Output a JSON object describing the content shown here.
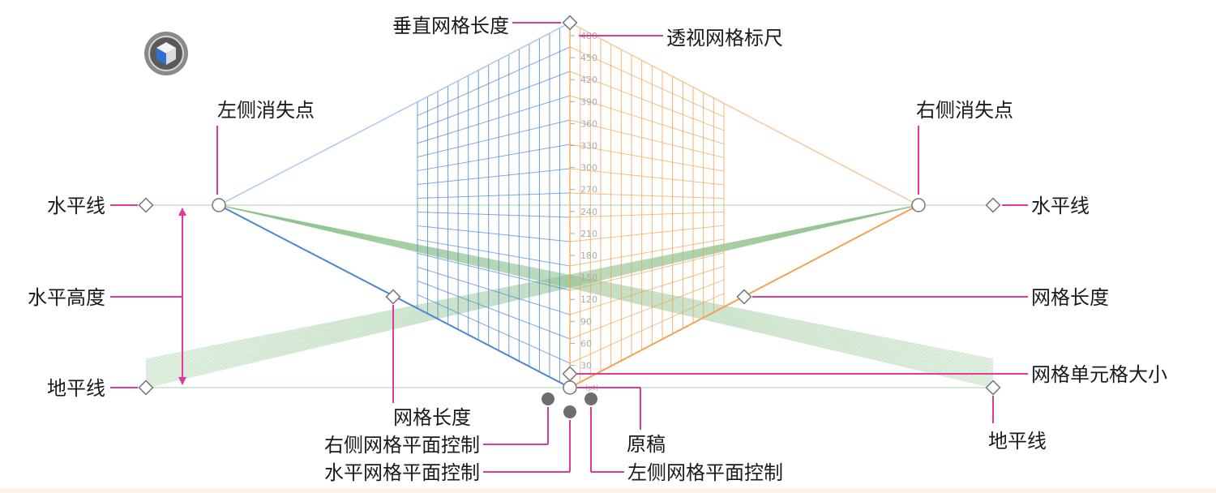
{
  "labels": {
    "vertical_grid_length": "垂直网格长度",
    "perspective_grid_ruler": "透视网格标尺",
    "left_vanishing_point": "左侧消失点",
    "right_vanishing_point": "右侧消失点",
    "horizon_line_left": "水平线",
    "horizon_line_right": "水平线",
    "horizon_height": "水平高度",
    "grid_length_right": "网格长度",
    "ground_level_left": "地平线",
    "grid_cell_size": "网格单元格大小",
    "grid_length_left": "网格长度",
    "origin": "原稿",
    "ground_level_right": "地平线",
    "right_grid_plane_control": "右侧网格平面控制",
    "horizontal_grid_plane_control": "水平网格平面控制",
    "left_grid_plane_control": "左侧网格平面控制"
  },
  "ruler": {
    "ticks": [
      "480",
      "450",
      "420",
      "390",
      "360",
      "330",
      "300",
      "270",
      "240",
      "210",
      "180",
      "150",
      "120",
      "90",
      "60",
      "30"
    ],
    "unit": "(pt)"
  },
  "colors": {
    "left_grid": "#4a86d4",
    "right_grid": "#f0a352",
    "horizontal_grid": "#8fc28f",
    "annotation": "#e0399a",
    "ruler": "#a9a9a9"
  },
  "icons": {
    "tool": "perspective-grid-tool-icon"
  }
}
